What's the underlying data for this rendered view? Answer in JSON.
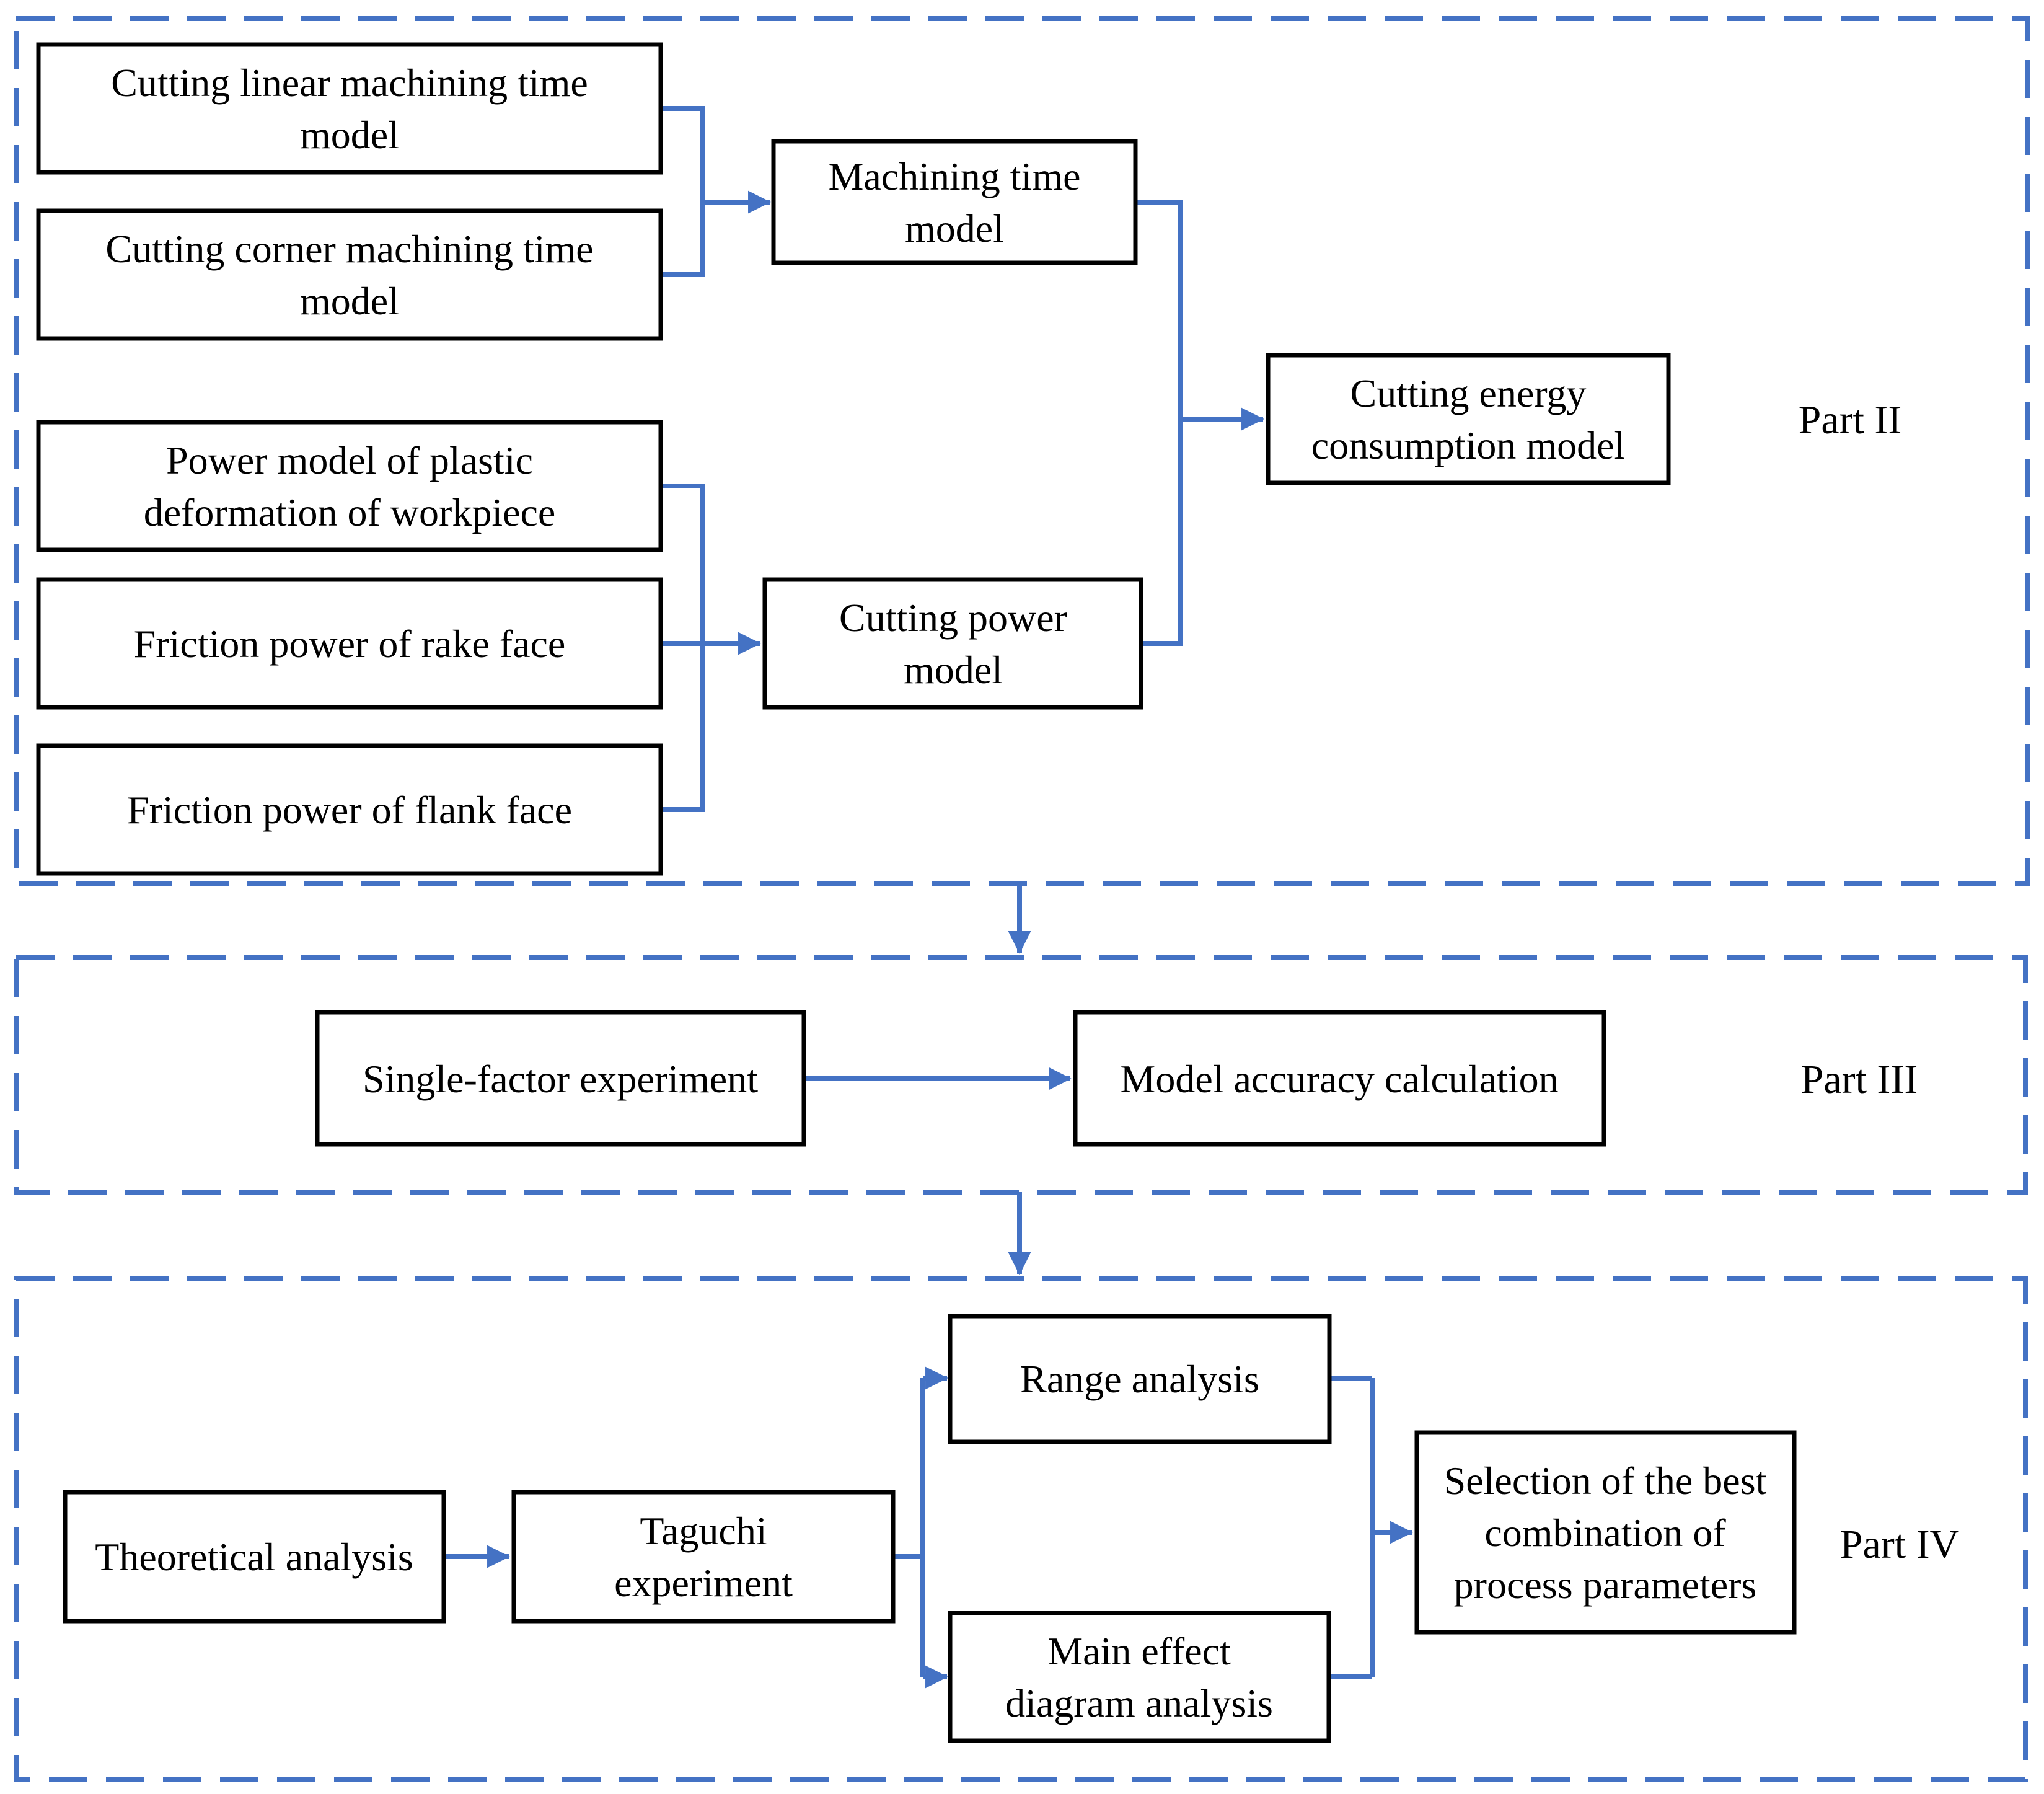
{
  "colors": {
    "connector_blue": "#4472C4",
    "dashed_boundary_blue": "#4472C4",
    "box_border": "#000000",
    "box_fill": "#FFFFFF",
    "text": "#000000",
    "background": "#FFFFFF"
  },
  "parts": {
    "part2": {
      "label": "Part II",
      "boxes": {
        "cutting_linear_time": {
          "lines": [
            "Cutting linear  machining time",
            "model"
          ]
        },
        "cutting_corner_time": {
          "lines": [
            "Cutting corner machining time",
            "model"
          ]
        },
        "machining_time": {
          "lines": [
            "Machining time",
            "model"
          ]
        },
        "power_plastic": {
          "lines": [
            "Power model of plastic",
            "deformation of workpiece"
          ]
        },
        "friction_rake": {
          "lines": [
            "Friction power of rake face"
          ]
        },
        "friction_flank": {
          "lines": [
            "Friction power of flank face"
          ]
        },
        "cutting_power": {
          "lines": [
            "Cutting power",
            "model"
          ]
        },
        "cutting_energy": {
          "lines": [
            "Cutting energy",
            "consumption model"
          ]
        }
      }
    },
    "part3": {
      "label": "Part III",
      "boxes": {
        "single_factor": {
          "lines": [
            "Single-factor experiment"
          ]
        },
        "model_accuracy": {
          "lines": [
            "Model accuracy calculation"
          ]
        }
      }
    },
    "part4": {
      "label": "Part IV",
      "boxes": {
        "theoretical": {
          "lines": [
            "Theoretical analysis"
          ]
        },
        "taguchi": {
          "lines": [
            "Taguchi",
            "experiment"
          ]
        },
        "range": {
          "lines": [
            "Range analysis"
          ]
        },
        "main_effect": {
          "lines": [
            "Main effect",
            "diagram analysis"
          ]
        },
        "selection": {
          "lines": [
            "Selection of the best",
            "combination of",
            "process parameters"
          ]
        }
      }
    }
  }
}
